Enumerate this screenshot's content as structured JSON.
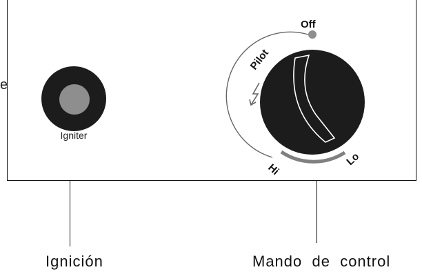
{
  "panel": {
    "cut_text": "e",
    "igniter_label": "Igniter",
    "dial": {
      "off_label": "Off",
      "pilot_label": "Pilot",
      "hi_label": "Hi",
      "lo_label": "Lo",
      "icons": [
        "spark-icon",
        "indicator-dot-icon"
      ]
    }
  },
  "captions": {
    "ignition": "Ignición",
    "control": "Mando  de  control"
  },
  "colors": {
    "knob": "#1c1c1c",
    "igniter_center": "#8e8e8e",
    "indicator_dot": "#8e8e8e",
    "hi_lo_arc": "#808080"
  }
}
